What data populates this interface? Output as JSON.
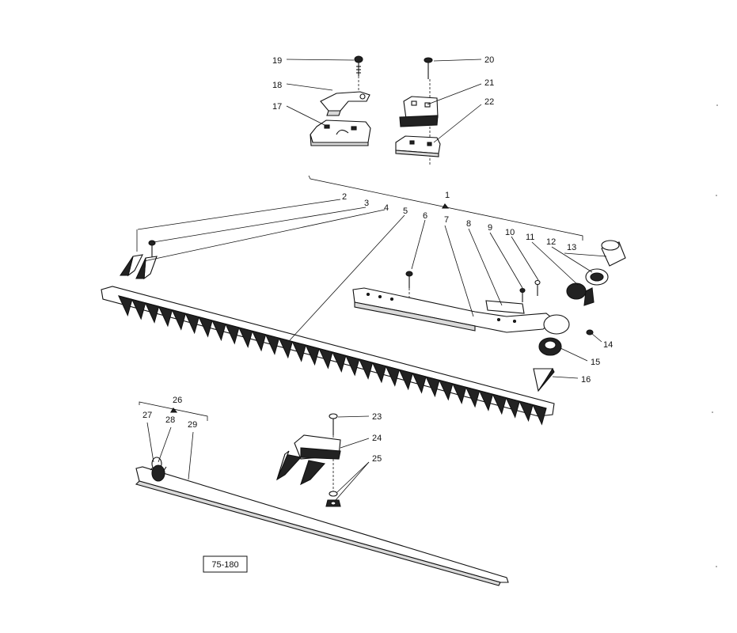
{
  "figure": {
    "reference_code": "75-180",
    "callouts": [
      "1",
      "2",
      "3",
      "4",
      "5",
      "6",
      "7",
      "8",
      "9",
      "10",
      "11",
      "12",
      "13",
      "14",
      "15",
      "16",
      "17",
      "18",
      "19",
      "20",
      "21",
      "22",
      "23",
      "24",
      "25",
      "26",
      "27",
      "28",
      "29"
    ]
  }
}
